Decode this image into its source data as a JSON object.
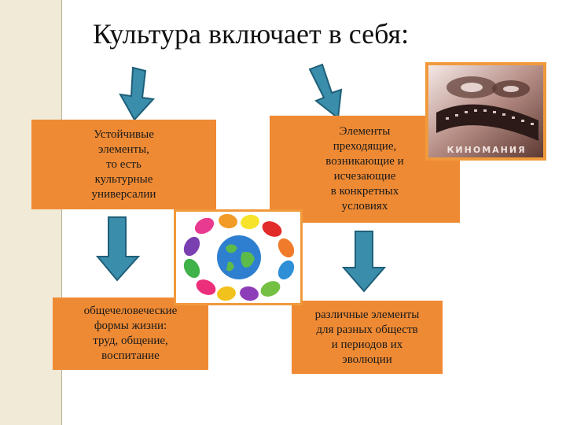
{
  "title": "Культура включает в себя:",
  "nodes": {
    "stable": "Устойчивые\nэлементы,\nто есть\nкультурные\nуниверсалии",
    "transient": "Элементы\nпреходящие,\nвозникающие и\nисчезающие\nв конкретных\nусловиях",
    "universal_forms": "общечеловеческие\nформы жизни:\nтруд, общение,\nвоспитание",
    "various": "различные элементы\nдля разных обществ\nи периодов их\nэволюции"
  },
  "images": {
    "film_caption": "КИНОМАНИЯ"
  },
  "colors": {
    "box": "#ef8a34",
    "arrow": "#3a8dab",
    "arrow_outline": "#1f5f78",
    "sidebar": "#f1ead7"
  }
}
